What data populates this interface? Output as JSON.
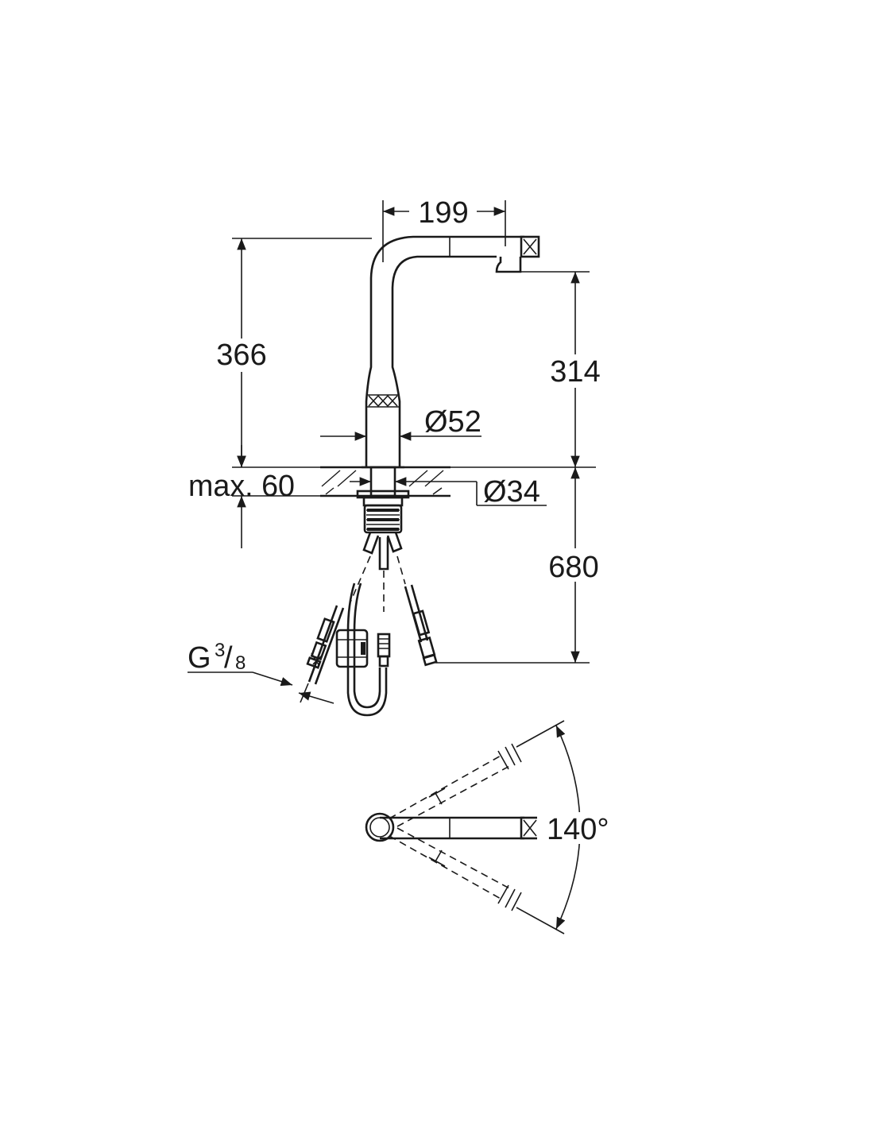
{
  "dimensions": {
    "spout_reach": "199",
    "total_height": "366",
    "spout_height": "314",
    "body_diameter": "Ø52",
    "hole_diameter": "Ø34",
    "max_deck_thickness": "max. 60",
    "hose_length": "680",
    "connection_letter": "G",
    "connection_numerator": "3",
    "connection_denominator": "8",
    "swivel_angle": "140°"
  }
}
